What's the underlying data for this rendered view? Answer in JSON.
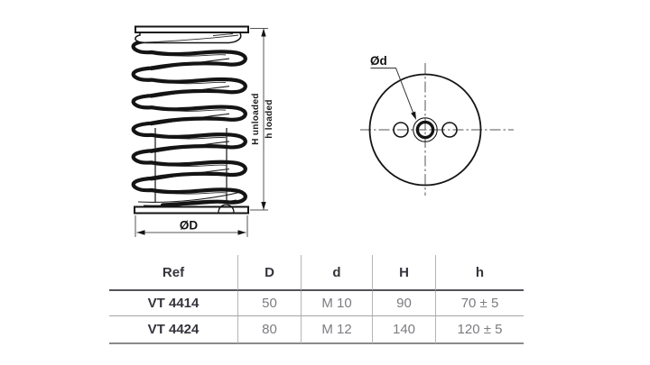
{
  "drawing": {
    "front_view": {
      "height_unloaded_label": "H unloaded",
      "height_loaded_label": "h loaded",
      "outer_diameter_label": "ØD"
    },
    "top_view": {
      "thread_diameter_label": "Ød"
    }
  },
  "table": {
    "headers": [
      "Ref",
      "D",
      "d",
      "H",
      "h"
    ],
    "rows": [
      {
        "cells": [
          "VT 4414",
          "50",
          "M 10",
          "90",
          "70 ± 5"
        ]
      },
      {
        "cells": [
          "VT 4424",
          "80",
          "M 12",
          "140",
          "120 ± 5"
        ]
      }
    ]
  },
  "colors": {
    "drawing_line": "#141414",
    "table_header_text": "#35353d",
    "table_value_text": "#7c7c82",
    "table_grid_line": "#b5b5b5"
  }
}
